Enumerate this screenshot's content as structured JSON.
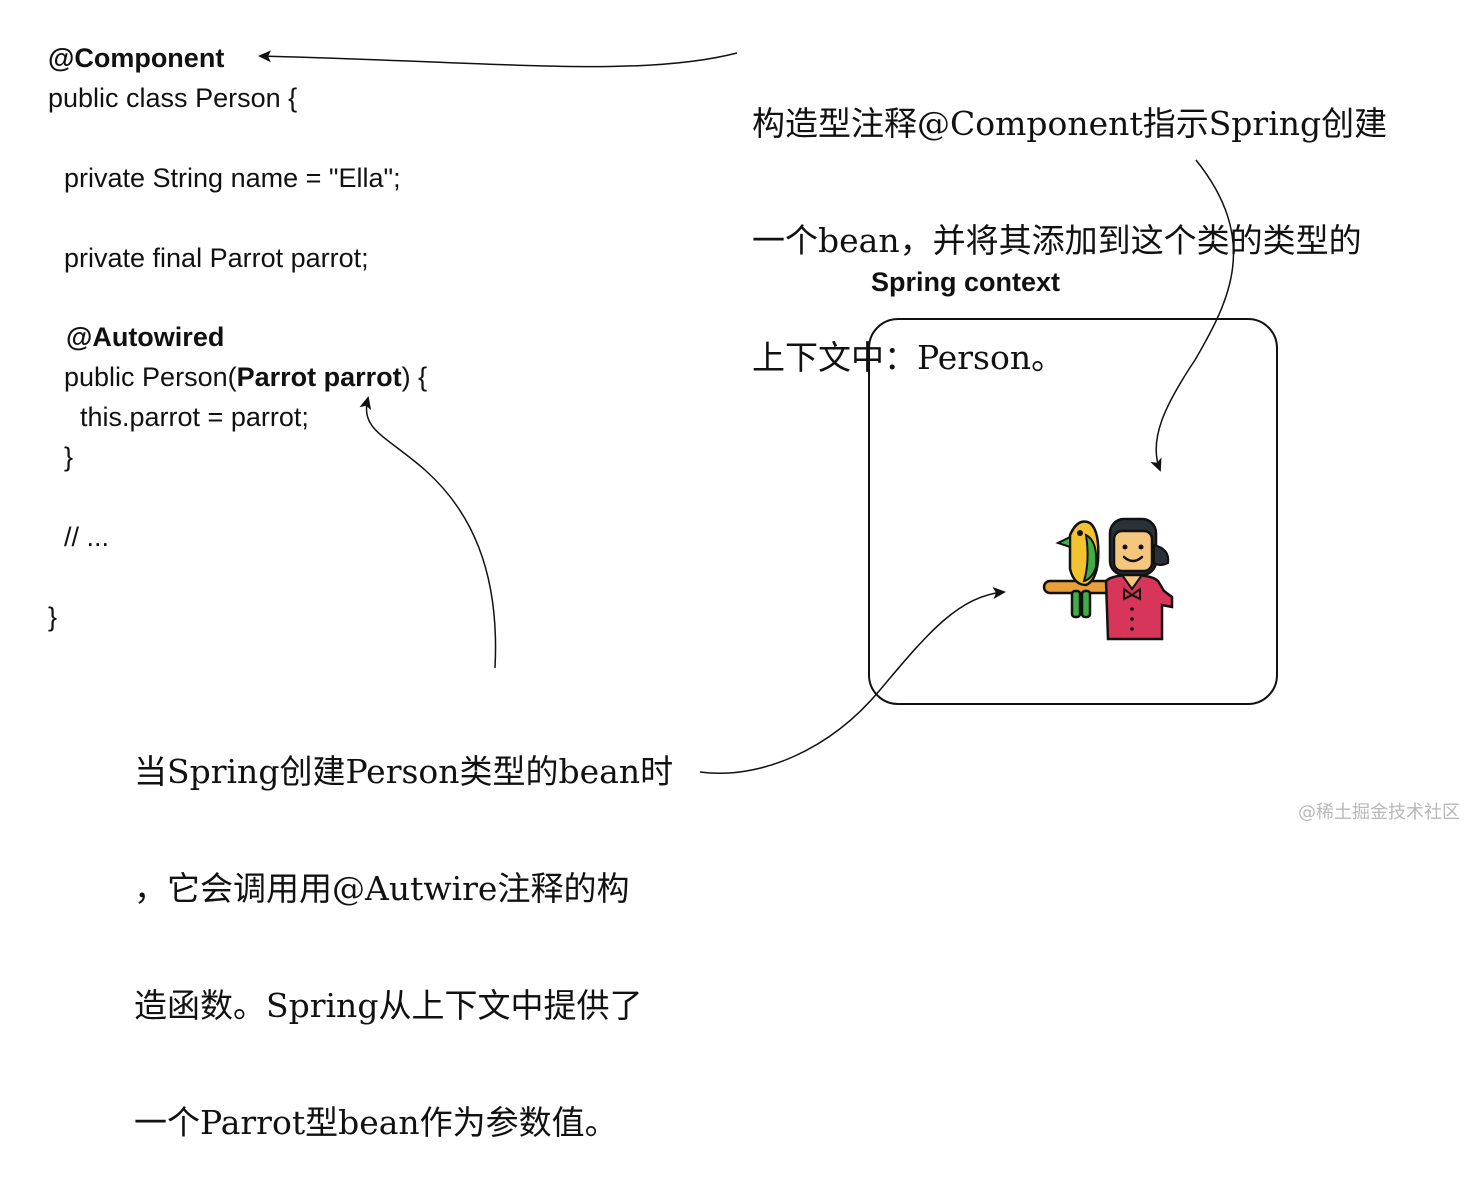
{
  "code": {
    "annotation_component": "@Component",
    "class_decl": "public class Person {",
    "field_name": "private String name = \"Ella\";",
    "field_parrot": "private final Parrot parrot;",
    "annotation_autowired": "@Autowired",
    "ctor_prefix": "public Person(",
    "ctor_param": "Parrot parrot",
    "ctor_suffix": ") {",
    "ctor_body": "this.parrot = parrot;",
    "ctor_close": "}",
    "comment": "// ...",
    "class_close": "}"
  },
  "notes": {
    "top": [
      "构造型注释@Component指示Spring创建",
      "一个bean，并将其添加到这个类的类型的",
      "上下文中：Person。"
    ],
    "bottom": [
      "当Spring创建Person类型的bean时",
      "，它会调用用@Autwire注释的构",
      "造函数。Spring从上下文中提供了",
      "一个Parrot型bean作为参数值。"
    ]
  },
  "context": {
    "title": "Spring context"
  },
  "figure": {
    "icon": "person-with-parrot-icon"
  },
  "watermark": "@稀土掘金技术社区",
  "colors": {
    "parrot_green": "#3fae49",
    "parrot_yellow": "#f2c230",
    "shirt_red": "#d8355a",
    "skin": "#f5c77e",
    "hair": "#2b3138",
    "perch": "#e8a13a"
  }
}
